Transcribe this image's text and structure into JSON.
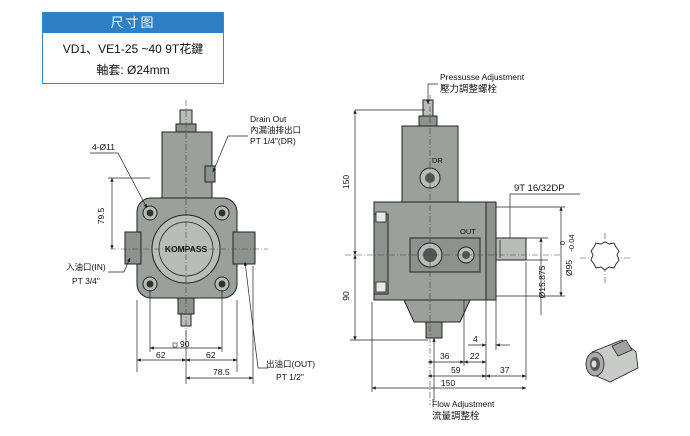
{
  "header": {
    "title": "尺寸图",
    "line1": "VD1、VE1-25 ~40 9T花鍵",
    "line2": "軸套:  Ø24mm"
  },
  "front_view": {
    "brand": "KOMPASS",
    "drain_label_en": "Drain Out",
    "drain_label_zh": "內漏油排出口",
    "drain_pt": "PT 1/4\"(DR)",
    "hole_label": "4-Ø11",
    "inlet_label_zh": "入油口(IN)",
    "inlet_pt": "PT 3/4\"",
    "outlet_label_zh": "出油口(OUT)",
    "outlet_pt": "PT 1/2\"",
    "dim_79_5": "79.5",
    "dim_90": "90",
    "dim_62_left": "62",
    "dim_62_right": "62",
    "dim_78_5": "78.5"
  },
  "side_view": {
    "pressure_label_en": "Pressusse Adjustment",
    "pressure_label_zh": "壓力調整螺栓",
    "flow_label_en": "Flow Adjustment",
    "flow_label_zh": "流量調整栓",
    "port_dr": "DR",
    "port_out": "OUT",
    "spline": "9T 16/32DP",
    "dim_150_v": "150",
    "dim_90_v": "90",
    "dim_15_875": "Ø15.875",
    "dim_95": "Ø95",
    "dim_95_tol_upper": "0",
    "dim_95_tol_lower": "-0.04",
    "dim_4": "4",
    "dim_36": "36",
    "dim_22": "22",
    "dim_59": "59",
    "dim_37": "37",
    "dim_150_h": "150"
  }
}
